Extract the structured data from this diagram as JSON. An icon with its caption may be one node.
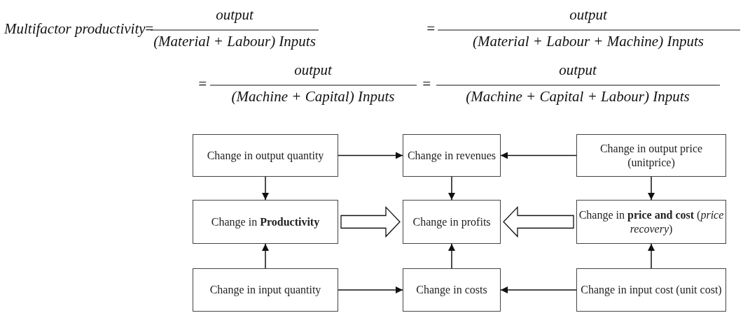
{
  "diagram": {
    "nodes": [
      {
        "text": [
          "Change in output quantity"
        ]
      },
      {
        "text": [
          "Change in revenues"
        ]
      },
      {
        "text": [
          "Change in output price (unitprice)"
        ]
      },
      {
        "text": [
          "Change in **Productivity**"
        ]
      },
      {
        "text": [
          "Change in profits"
        ]
      },
      {
        "text": [
          "Change in **price and cost** (*price recovery*)"
        ]
      },
      {
        "text": [
          "Change in input quantity"
        ]
      },
      {
        "text": [
          "Change in costs"
        ]
      },
      {
        "text": [
          "Change in input cost (unit cost)"
        ]
      }
    ],
    "edges": [
      {
        "from": 0,
        "to": 1,
        "arrow": "to"
      },
      {
        "from": 2,
        "to": 1,
        "arrow": "to"
      },
      {
        "from": 0,
        "to": 3,
        "arrow": "to"
      },
      {
        "from": 1,
        "to": 4,
        "arrow": "to"
      },
      {
        "from": 2,
        "to": 5,
        "arrow": "to"
      },
      {
        "from": 3,
        "to": 4,
        "arrow": "to",
        "style": "thick"
      },
      {
        "from": 5,
        "to": 4,
        "arrow": "to",
        "style": "thick"
      },
      {
        "from": 6,
        "to": 3,
        "arrow": "to"
      },
      {
        "from": 7,
        "to": 4,
        "arrow": "to"
      },
      {
        "from": 8,
        "to": 5,
        "arrow": "to"
      },
      {
        "from": 6,
        "to": 7,
        "arrow": "to"
      },
      {
        "from": 8,
        "to": 7,
        "arrow": "to"
      }
    ],
    "labels": [
      "Multifactor productivity",
      "=",
      "output",
      "(Material + Labour) Inputs",
      "=",
      "output",
      "(Material + Labour + Machine) Inputs",
      "=",
      "output",
      "(Machine + Capital) Inputs",
      "=",
      "output",
      "(Machine + Capital + Labour) Inputs"
    ]
  }
}
